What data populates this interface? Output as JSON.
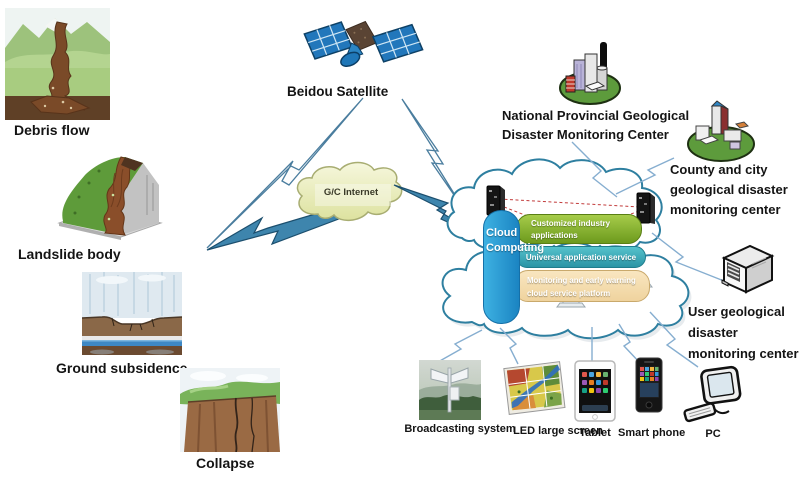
{
  "hazards": [
    {
      "label": "Debris flow"
    },
    {
      "label": "Landslide body"
    },
    {
      "label": "Ground subsidence"
    },
    {
      "label": "Collapse"
    }
  ],
  "satellite": {
    "label": "Beidou Satellite"
  },
  "internet_cloud": {
    "label": "G/C Internet"
  },
  "cloud_platform": {
    "label": "Cloud Computing",
    "services": [
      {
        "label": "Customized industry applications",
        "color": "#7fae2e"
      },
      {
        "label": "Universal application service",
        "color": "#35a3b2"
      },
      {
        "label": "Monitoring and early warning cloud service platform",
        "color": "#f3d9a8"
      }
    ]
  },
  "monitoring_centers": [
    {
      "lines": [
        "National Provincial Geological",
        "Disaster Monitoring Center"
      ]
    },
    {
      "lines": [
        "County and city",
        "geological disaster",
        "monitoring center"
      ]
    },
    {
      "lines": [
        "User geological",
        "disaster",
        "monitoring center"
      ]
    }
  ],
  "terminals": [
    {
      "label": "Broadcasting system"
    },
    {
      "label": "LED large screen"
    },
    {
      "label": "Tablet"
    },
    {
      "label": "Smart phone"
    },
    {
      "label": "PC"
    }
  ],
  "colors": {
    "cloud_outline": "#2e7fa0",
    "lightning_fill": "#3e85ad",
    "capsule_blue": "#2196cc",
    "dashed_link_red": "#c23b3b",
    "internet_cloud_fill": "#eef0c4"
  }
}
